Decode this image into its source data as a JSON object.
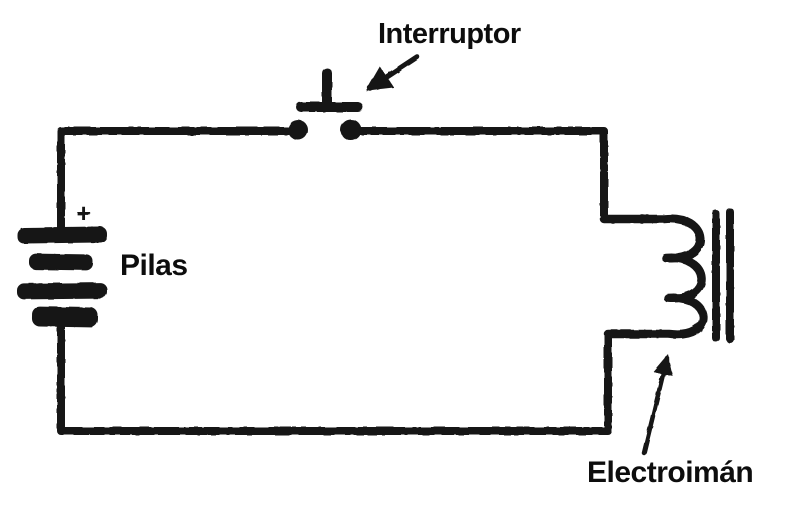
{
  "diagram": {
    "background_color": "#ffffff",
    "ink_color": "#161616",
    "labels": {
      "switch": "Interruptor",
      "battery": "Pilas",
      "electromagnet": "Electroimán"
    },
    "battery": {
      "positive_mark": "+",
      "cell_bars": 4
    },
    "components": [
      {
        "id": "battery",
        "symbol": "battery-cells-icon",
        "label": "Pilas"
      },
      {
        "id": "switch",
        "symbol": "push-button-switch-icon",
        "label": "Interruptor"
      },
      {
        "id": "electromagnet",
        "symbol": "coil-with-core-icon",
        "label": "Electroimán"
      }
    ]
  }
}
